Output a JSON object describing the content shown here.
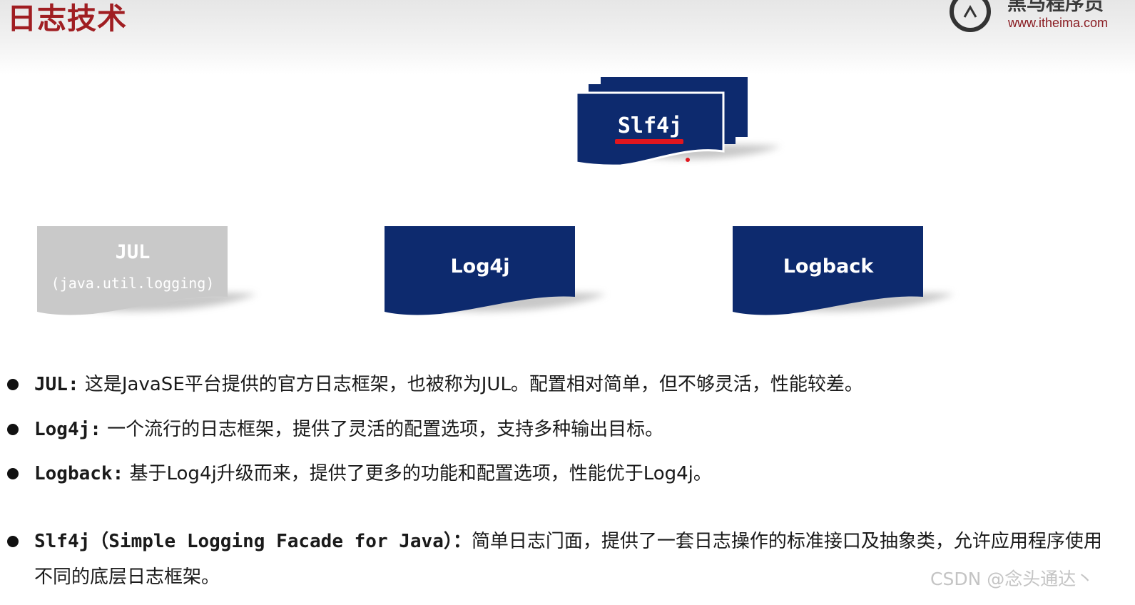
{
  "header": {
    "title": "日志技术",
    "brand_name": "黑马程序员",
    "brand_url": "www.itheima.com"
  },
  "diagram": {
    "facade": {
      "label": "Slf4j"
    },
    "implementations": [
      {
        "label": "JUL",
        "sublabel": "(java.util.logging)"
      },
      {
        "label": "Log4j"
      },
      {
        "label": "Logback"
      }
    ]
  },
  "bullets": [
    {
      "term": "JUL:",
      "text": " 这是JavaSE平台提供的官方日志框架，也被称为JUL。配置相对简单，但不够灵活，性能较差。"
    },
    {
      "term": "Log4j:",
      "text": " 一个流行的日志框架，提供了灵活的配置选项，支持多种输出目标。"
    },
    {
      "term": "Logback:",
      "text": " 基于Log4j升级而来，提供了更多的功能和配置选项，性能优于Log4j。"
    },
    {
      "term": "Slf4j（Simple Logging Facade for Java）：",
      "text": "简单日志门面，提供了一套日志操作的标准接口及抽象类，允许应用程序使用不同的底层日志框架。"
    }
  ],
  "watermark": "CSDN @念头通达丶",
  "colors": {
    "title_red": "#a01e22",
    "box_navy": "#0d2a6e",
    "box_gray": "#c9c9c9",
    "underline_red": "#e0161e"
  }
}
